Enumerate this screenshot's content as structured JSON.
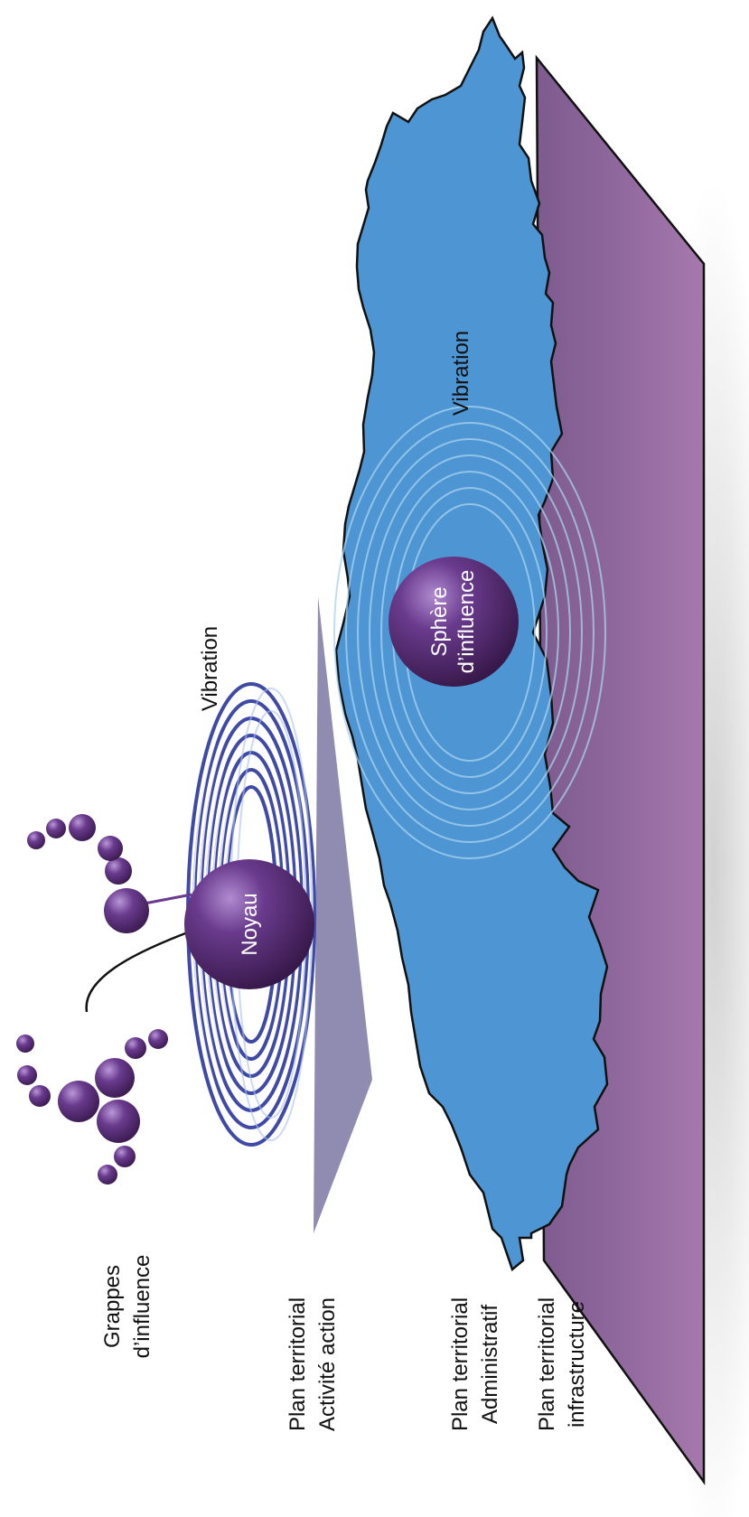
{
  "labels": {
    "grappes_line1": "Grappes",
    "grappes_line2": "d’influence",
    "plan_activite_line1": "Plan territorial",
    "plan_activite_line2": "Activité action",
    "plan_admin_line1": "Plan territorial",
    "plan_admin_line2": "Administratif",
    "plan_infra_line1": "Plan territorial",
    "plan_infra_line2": "infrastructure",
    "vibration_top": "Vibration",
    "vibration_bottom": "Vibration",
    "noyau": "Noyau",
    "sphere_line1": "Sphère",
    "sphere_line2": "d’influence"
  },
  "colors": {
    "infrastructure_plane": "#9a6fa6",
    "administratif_plane": "#4d96d3",
    "activite_plane": "#8a86ad",
    "sphere": "#5a2e7a",
    "vibration_dark": "#3f4aa6",
    "vibration_light": "#a9d2ef",
    "text": "#111111"
  }
}
